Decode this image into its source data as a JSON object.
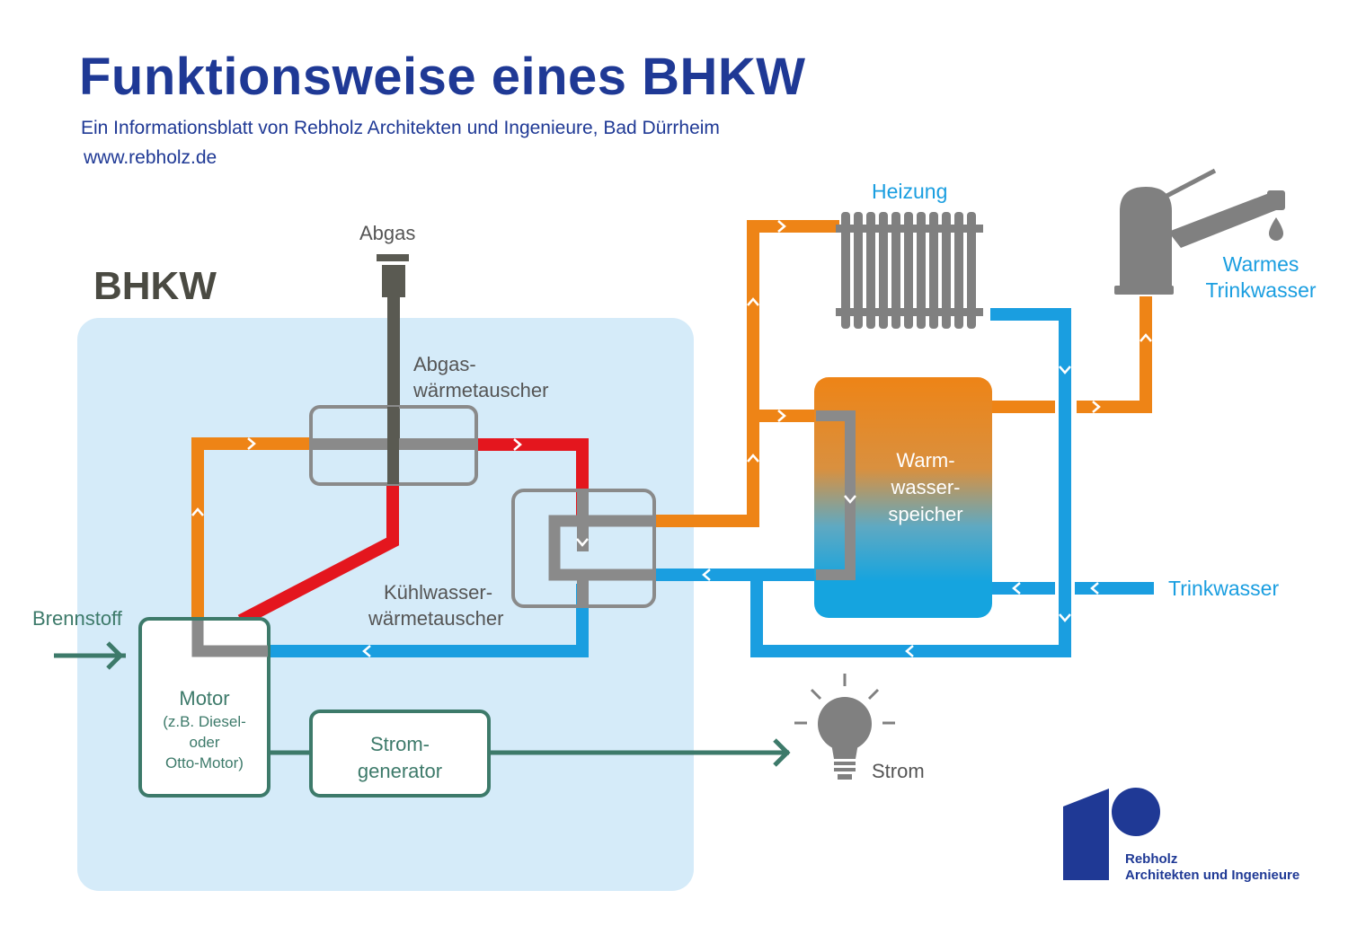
{
  "header": {
    "title": "Funktionsweise eines BHKW",
    "subtitle": "Ein Informationsblatt von Rebholz Architekten und Ingenieure, Bad Dürrheim",
    "website": "www.rebholz.de"
  },
  "diagram": {
    "bhkw_label": "BHKW",
    "abgas": "Abgas",
    "abgas_hx_line1": "Abgas-",
    "abgas_hx_line2": "wärmetauscher",
    "kuehl_hx_line1": "Kühlwasser-",
    "kuehl_hx_line2": "wärmetauscher",
    "brennstoff": "Brennstoff",
    "motor_line1": "Motor",
    "motor_line2": "(z.B. Diesel-",
    "motor_line3": "oder",
    "motor_line4": "Otto-Motor)",
    "strom_gen_line1": "Strom-",
    "strom_gen_line2": "generator",
    "strom": "Strom",
    "heizung": "Heizung",
    "warmes_line1": "Warmes",
    "warmes_line2": "Trinkwasser",
    "speicher_line1": "Warm-",
    "speicher_line2": "wasser-",
    "speicher_line3": "speicher",
    "trinkwasser": "Trinkwasser"
  },
  "logo": {
    "line1": "Rebholz",
    "line2": "Architekten und Ingenieure"
  },
  "colors": {
    "hot": "#ee8416",
    "cold": "#1a9ee0",
    "exhaust": "#e4161e",
    "grey": "#888888",
    "green": "#3d7a6a",
    "brand": "#1f3995",
    "bhkw_bg": "#d5ebf9"
  }
}
